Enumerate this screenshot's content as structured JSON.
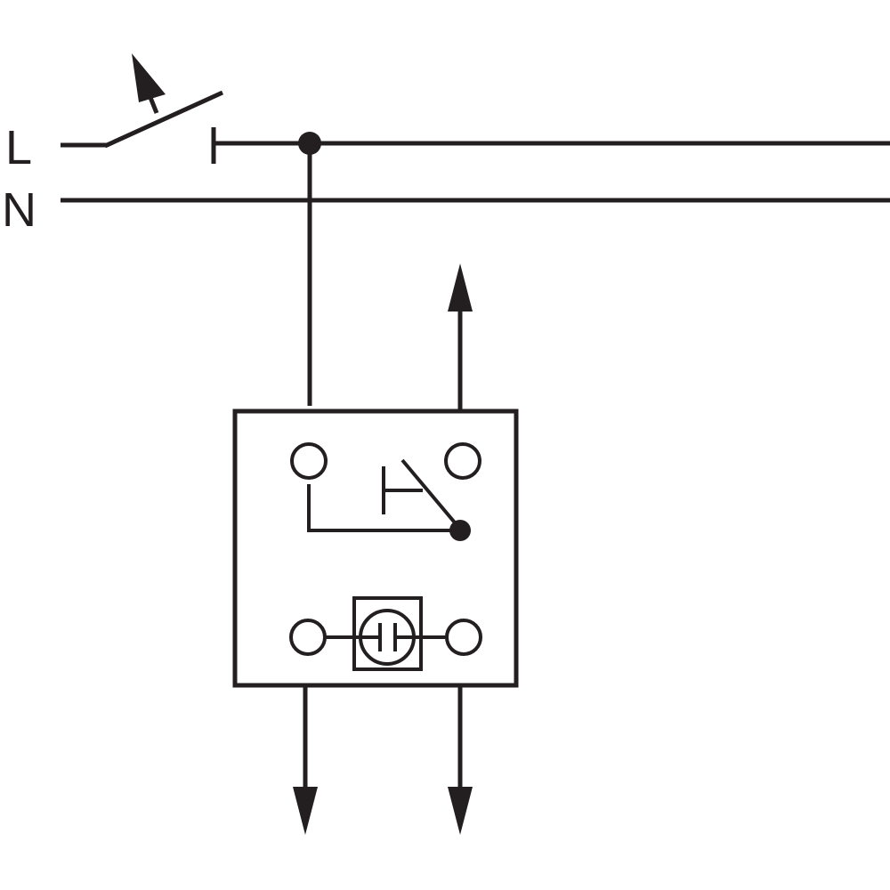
{
  "rails": [
    {
      "id": "line",
      "label": "L"
    },
    {
      "id": "neutral",
      "label": "N"
    }
  ],
  "colors": {
    "ink": "#231f20",
    "background": "#ffffff"
  },
  "symbols": {
    "main_switch": "switch-open-icon",
    "junction": "junction-dot-icon",
    "device": "device-box",
    "contact": "changeover-contact-icon",
    "lamp": "glow-lamp-icon",
    "arrows": [
      "arrow-up-icon",
      "arrow-down-icon",
      "arrow-down-icon"
    ]
  }
}
